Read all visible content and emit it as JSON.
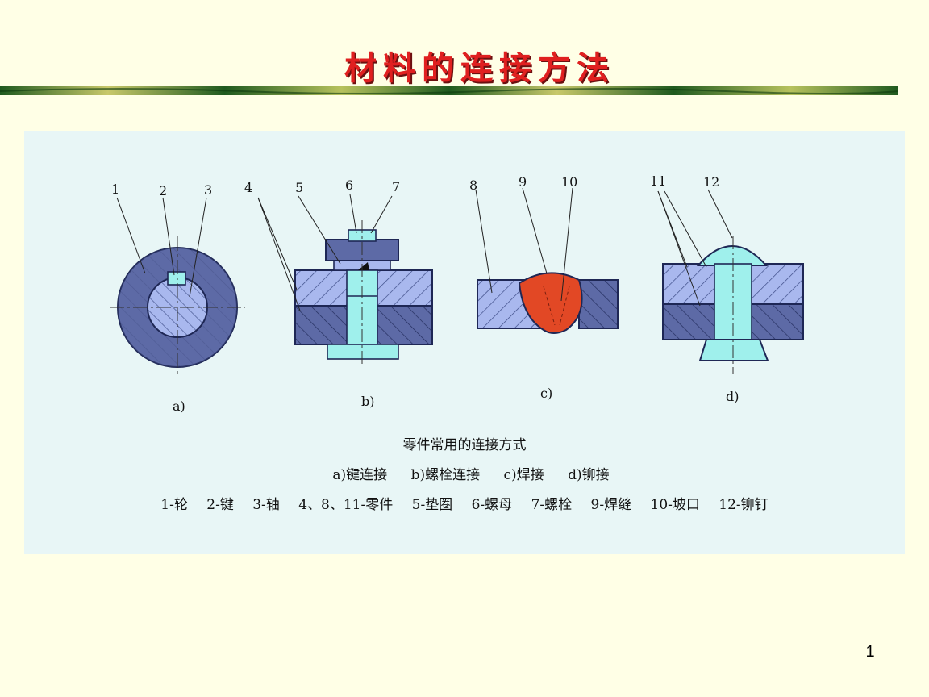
{
  "slide": {
    "title": "材料的连接方法",
    "page_number": "1"
  },
  "colors": {
    "title": "#e02020",
    "band_dark": "#1f5a1f",
    "band_light": "#c8c86a",
    "panel": "#e8f6f6",
    "part_light": "#a9b8ee",
    "part_dark": "#5d6aa6",
    "pin": "#9ff0ec",
    "weld": "#e24825"
  },
  "diagram": {
    "callouts": [
      "1",
      "2",
      "3",
      "4",
      "5",
      "6",
      "7",
      "8",
      "9",
      "10",
      "11",
      "12"
    ],
    "sublabels": {
      "a": "a)",
      "b": "b)",
      "c": "c)",
      "d": "d)"
    },
    "caption_title": "零件常用的连接方式",
    "types": [
      "a)键连接",
      "b)螺栓连接",
      "c)焊接",
      "d)铆接"
    ],
    "parts": [
      "1-轮",
      "2-键",
      "3-轴",
      "4、8、11-零件",
      "5-垫圈",
      "6-螺母",
      "7-螺栓",
      "9-焊缝",
      "10-坡口",
      "12-铆钉"
    ]
  }
}
